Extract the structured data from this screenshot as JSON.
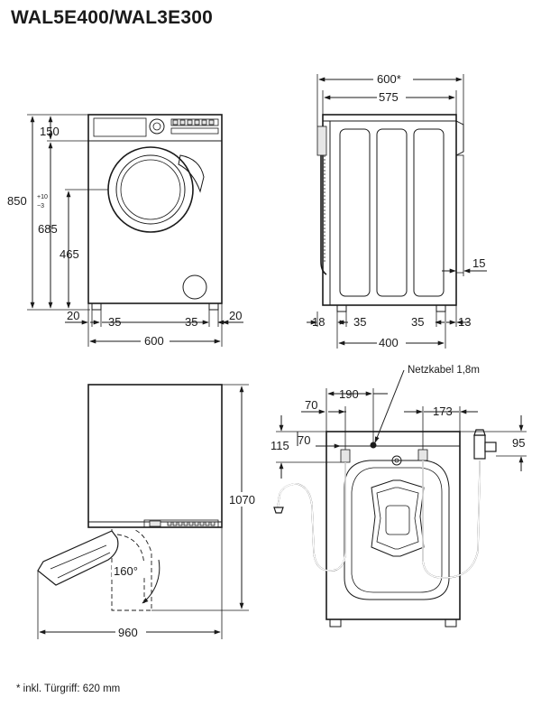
{
  "title": "WAL5E400/WAL3E300",
  "footnote": "* inkl. Türgriff: 620 mm",
  "front_view": {
    "height_total": "850",
    "height_tolerance_plus": "+10",
    "height_tolerance_minus": "−3",
    "top_panel": "150",
    "door_top": "685",
    "door_center": "465",
    "foot_outer_left": "20",
    "foot_inner_left": "35",
    "foot_inner_right": "35",
    "foot_outer_right": "20",
    "width": "600"
  },
  "side_view": {
    "width_with_handle": "600*",
    "width_body": "575",
    "back_offset": "15",
    "foot_front": "18",
    "foot_inner_front": "35",
    "foot_inner_back": "35",
    "foot_back": "13",
    "foot_spacing": "400"
  },
  "top_view": {
    "depth_door_open": "1070",
    "width_door_open": "960",
    "door_angle": "160°"
  },
  "rear_view": {
    "power_cable": "Netzkabel 1,8m",
    "cable_offset": "190",
    "hose_left_offset": "70",
    "inlet_offset": "173",
    "top_left_height": "115",
    "hose_left_inner": "70",
    "right_height": "95"
  }
}
